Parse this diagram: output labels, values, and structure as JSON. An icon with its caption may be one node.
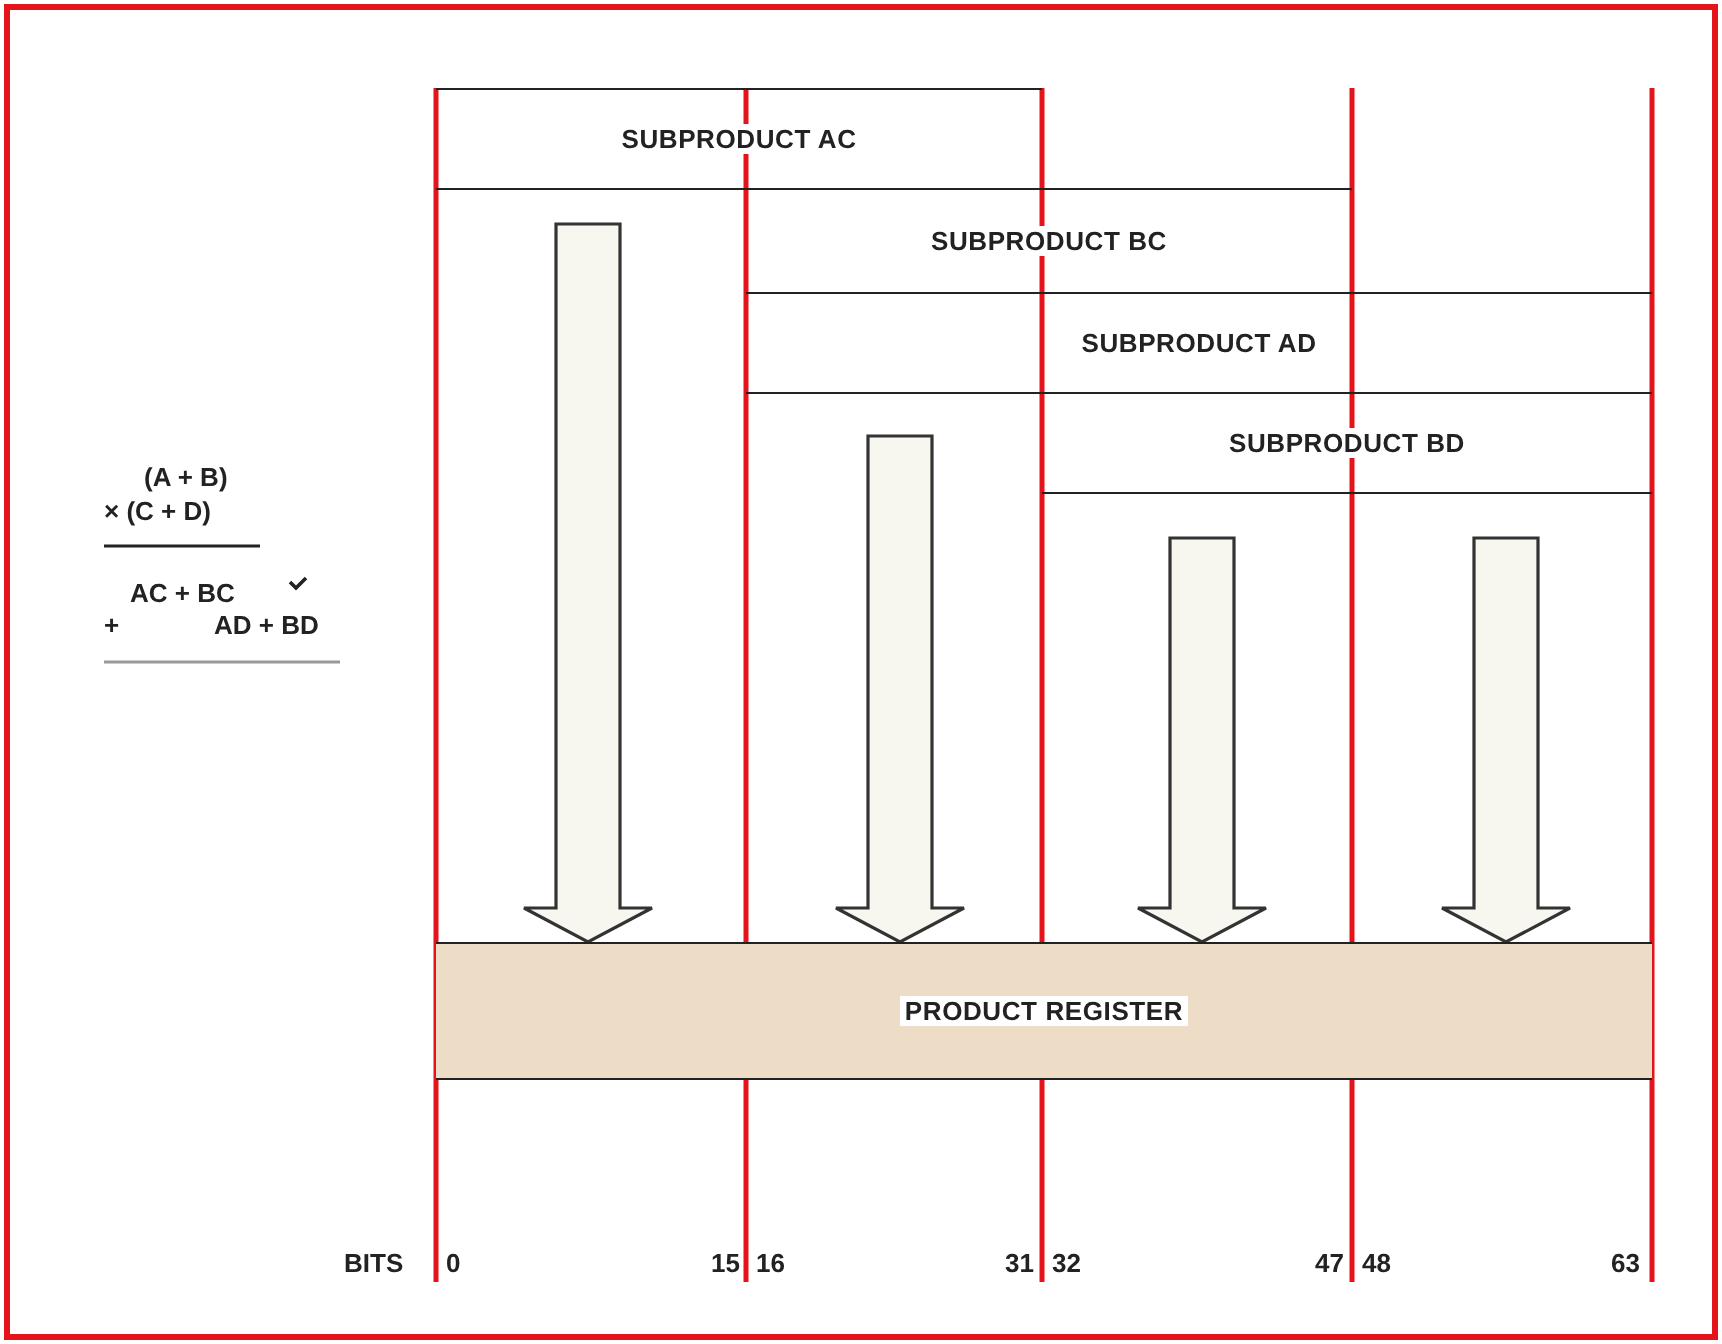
{
  "diagram": {
    "nodes": [
      {
        "text": [
          "SUBPRODUCT AC"
        ]
      },
      {
        "text": [
          "SUBPRODUCT BC"
        ]
      },
      {
        "text": [
          "SUBPRODUCT AD"
        ]
      },
      {
        "text": [
          "SUBPRODUCT BD"
        ]
      },
      {
        "text": [
          "PRODUCT REGISTER"
        ]
      }
    ],
    "edges": [
      {
        "from": null,
        "to": 4,
        "arrow": "to",
        "style": "thick"
      },
      {
        "from": null,
        "to": 4,
        "arrow": "to",
        "style": "thick"
      },
      {
        "from": null,
        "to": 4,
        "arrow": "to",
        "style": "thick"
      },
      {
        "from": null,
        "to": 4,
        "arrow": "to",
        "style": "thick"
      }
    ],
    "labels": [
      "(A + B)",
      "× (C + D)",
      "AC + BC",
      "+",
      "AD + BD",
      "BITS",
      "0",
      "15",
      "16",
      "31",
      "32",
      "47",
      "48",
      "63"
    ]
  }
}
